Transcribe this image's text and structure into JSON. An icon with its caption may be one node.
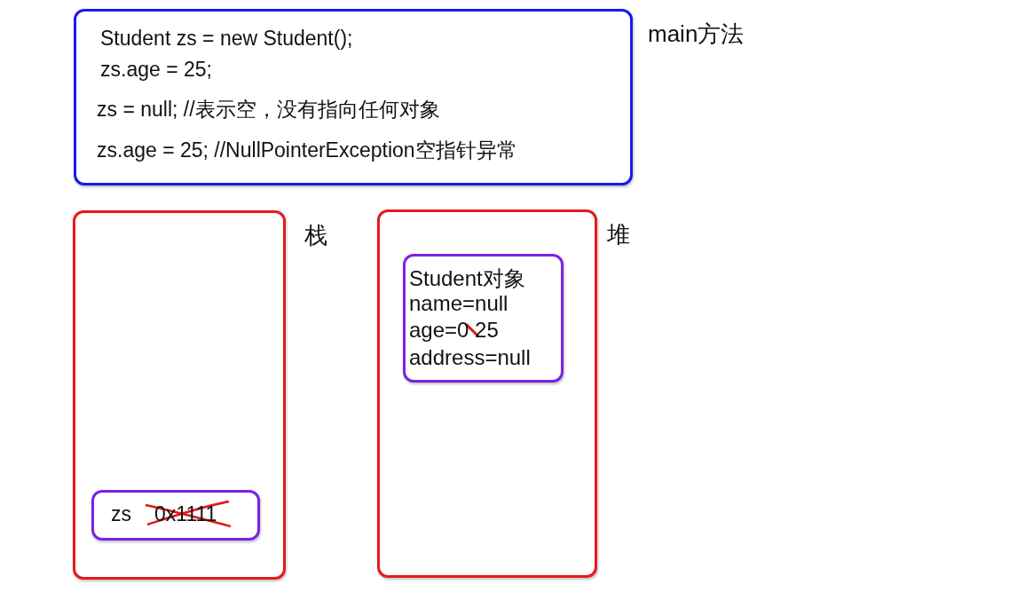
{
  "diagram": {
    "nodes": [
      {
        "text": [
          "Student zs = new Student();",
          "zs.age = 25;",
          "zs = null;  //表示空，没有指向任何对象",
          "zs.age = 25; //NullPointerException空指针异常"
        ],
        "beside": [
          "main方法"
        ]
      },
      {
        "text": [],
        "shape": "box",
        "beside": [
          "栈"
        ]
      },
      {
        "text": [
          "zs",
          "0x1111"
        ],
        "in": 1
      },
      {
        "text": [],
        "shape": "box",
        "beside": [
          "堆"
        ]
      },
      {
        "text": [
          "Student对象",
          "name=null",
          "age=0 25",
          "address=null"
        ],
        "in": 3
      }
    ]
  }
}
